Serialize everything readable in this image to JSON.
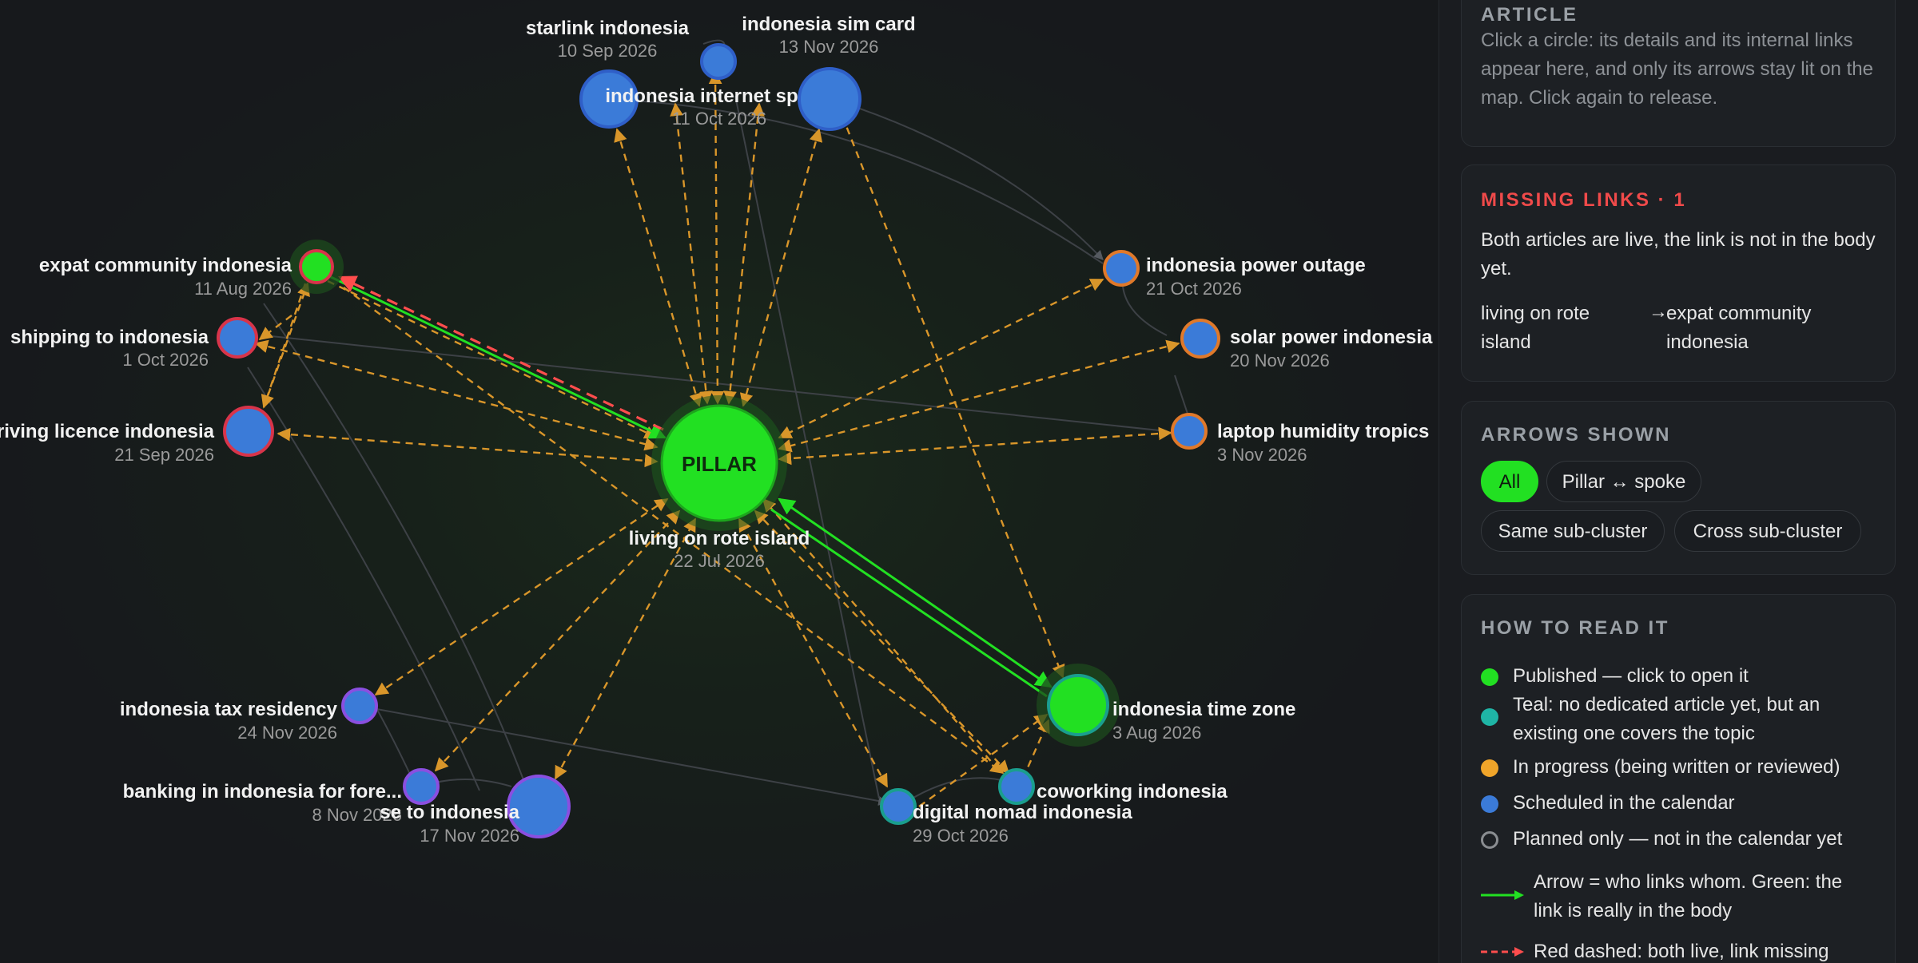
{
  "map": {
    "pillar": {
      "badge": "PILLAR",
      "title": "living on rote island",
      "date": "22 Jul 2026"
    },
    "nodes": [
      {
        "id": "starlink",
        "title": "starlink indonesia",
        "date": "10 Sep 2026",
        "status": "scheduled"
      },
      {
        "id": "simcard",
        "title": "indonesia sim card",
        "date": "13 Nov 2026",
        "status": "scheduled"
      },
      {
        "id": "internet",
        "title": "indonesia internet sp",
        "date": "11 Oct 2026",
        "status": "scheduled"
      },
      {
        "id": "internet2",
        "title": "",
        "date": "",
        "status": "scheduled"
      },
      {
        "id": "expat",
        "title": "expat community indonesia",
        "date": "11 Aug 2026",
        "status": "published"
      },
      {
        "id": "shipping",
        "title": "shipping to indonesia",
        "date": "1 Oct 2026",
        "status": "scheduled"
      },
      {
        "id": "driving",
        "title": "riving licence indonesia",
        "date": "21 Sep 2026",
        "status": "scheduled"
      },
      {
        "id": "power",
        "title": "indonesia power outage",
        "date": "21 Oct 2026",
        "status": "scheduled"
      },
      {
        "id": "solar",
        "title": "solar power indonesia",
        "date": "20 Nov 2026",
        "status": "scheduled"
      },
      {
        "id": "laptop",
        "title": "laptop humidity tropics",
        "date": "3 Nov 2026",
        "status": "scheduled"
      },
      {
        "id": "tax",
        "title": "indonesia tax residency",
        "date": "24 Nov 2026",
        "status": "scheduled"
      },
      {
        "id": "banking",
        "title": "banking in indonesia for fore...",
        "date": "8 Nov 2026",
        "status": "scheduled"
      },
      {
        "id": "moving",
        "title": "se                 to indonesia",
        "date": "17 Nov 2026",
        "status": "scheduled"
      },
      {
        "id": "nomad",
        "title": "digital nomad indonesia",
        "date": "29 Oct 2026",
        "status": "scheduled"
      },
      {
        "id": "cowork",
        "title": "coworking indonesia",
        "date": "",
        "status": "scheduled"
      },
      {
        "id": "timezone",
        "title": "indonesia time zone",
        "date": "3 Aug 2026",
        "status": "published"
      }
    ]
  },
  "article": {
    "heading": "ARTICLE",
    "body": "Click a circle: its details and its internal links appear here, and only its arrows stay lit on the map. Click again to release."
  },
  "missing": {
    "heading": "MISSING LINKS · 1",
    "body": "Both articles are live, the link is not in the body yet.",
    "from": "living on rote island",
    "arrow": "→",
    "to": "expat community indonesia"
  },
  "arrows": {
    "heading": "ARROWS SHOWN",
    "filters": [
      "All",
      "Pillar ↔ spoke",
      "Same sub-cluster",
      "Cross sub-cluster"
    ],
    "active": "All"
  },
  "legend": {
    "heading": "HOW TO READ IT",
    "items": [
      {
        "label": "Published — click to open it",
        "color": "#22e022"
      },
      {
        "label": "Teal: no dedicated article yet, but an existing one covers the topic",
        "color": "#1fb5a6"
      },
      {
        "label": "In progress (being written or reviewed)",
        "color": "#f0a52a"
      },
      {
        "label": "Scheduled in the calendar",
        "color": "#3b7bd8"
      },
      {
        "label": "Planned only — not in the calendar yet",
        "color": "#8a8d91"
      }
    ],
    "arrow_green": "Arrow = who links whom. Green: the link is really in the body",
    "arrow_red": "Red dashed: both live, link missing"
  },
  "colors": {
    "published": "#22e022",
    "scheduled": "#3b7bd8",
    "teal": "#1fb5a6",
    "in_progress": "#f0a52a",
    "missing": "#ff4d4d",
    "ring_red": "#d8344a",
    "ring_orange": "#e0792a",
    "ring_purple": "#8a4fe0",
    "ring_teal": "#1a9e8e"
  }
}
